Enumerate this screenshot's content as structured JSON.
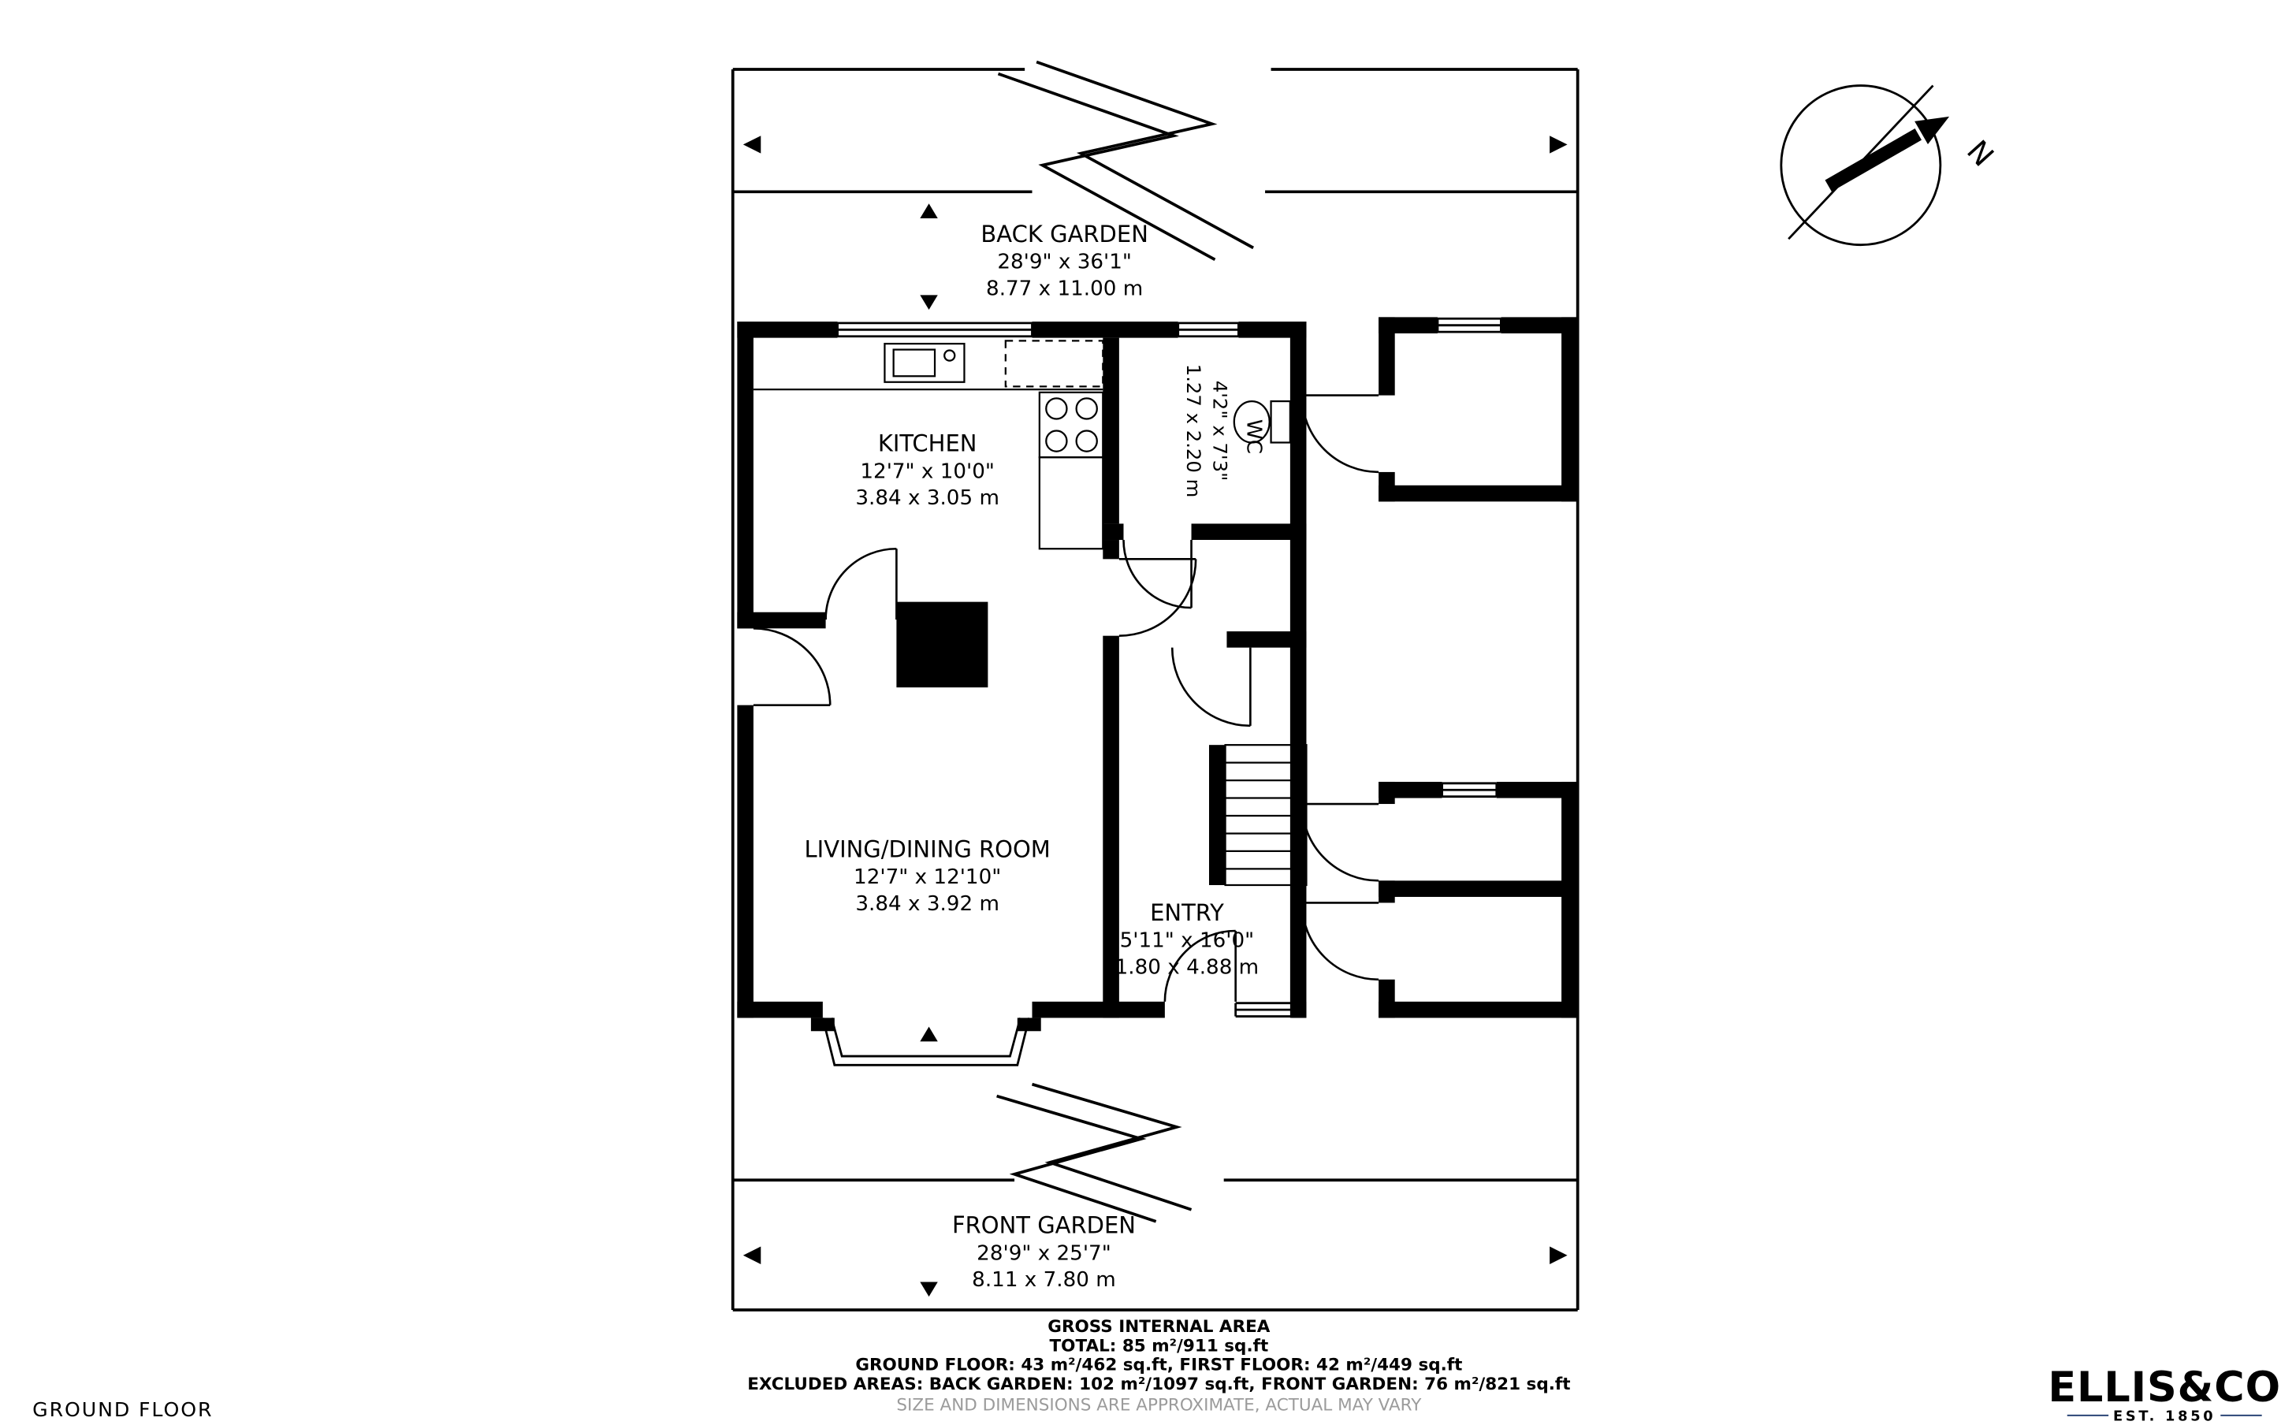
{
  "page": {
    "floor_label": "GROUND FLOOR"
  },
  "compass": {
    "north": "N"
  },
  "gardens": {
    "back": {
      "name": "BACK GARDEN",
      "imperial": "28'9\" x 36'1\"",
      "metric": "8.77 x 11.00 m"
    },
    "front": {
      "name": "FRONT GARDEN",
      "imperial": "28'9\" x 25'7\"",
      "metric": "8.11 x 7.80 m"
    }
  },
  "rooms": {
    "kitchen": {
      "name": "KITCHEN",
      "imperial": "12'7\" x 10'0\"",
      "metric": "3.84 x 3.05 m"
    },
    "wc": {
      "name": "WC",
      "imperial": "4'2\" x 7'3\"",
      "metric": "1.27 x 2.20 m"
    },
    "living_dining": {
      "name": "LIVING/DINING ROOM",
      "imperial": "12'7\" x 12'10\"",
      "metric": "3.84 x 3.92 m"
    },
    "entry": {
      "name": "ENTRY",
      "imperial": "5'11\" x 16'0\"",
      "metric": "1.80 x 4.88 m"
    }
  },
  "summary": {
    "title": "GROSS INTERNAL AREA",
    "total": "TOTAL: 85 m²/911 sq.ft",
    "floors": "GROUND FLOOR: 43 m²/462 sq.ft, FIRST FLOOR: 42 m²/449 sq.ft",
    "excluded": "EXCLUDED AREAS: BACK GARDEN: 102 m²/1097 sq.ft, FRONT GARDEN: 76 m²/821 sq.ft",
    "disclaimer": "SIZE AND DIMENSIONS ARE APPROXIMATE, ACTUAL MAY VARY"
  },
  "branding": {
    "name": "ELLIS&CO",
    "established": "EST. 1850"
  },
  "colors": {
    "wall": "#000000",
    "brand_navy": "#1e3a6e",
    "muted_gray": "#9b9b9b"
  }
}
